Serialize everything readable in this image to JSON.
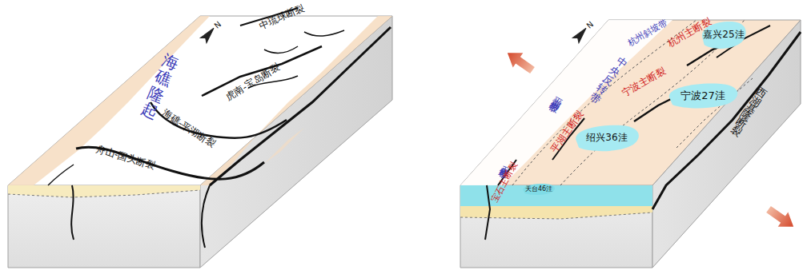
{
  "diagram": {
    "nodes": [
      {
        "text": [
          "嘉兴25洼"
        ]
      },
      {
        "text": [
          "宁波27洼"
        ]
      },
      {
        "text": [
          "绍兴36洼"
        ]
      },
      {
        "text": [
          "天台46洼"
        ]
      }
    ],
    "labels": [
      "海礁隆起",
      "中琉球断裂",
      "虎南-宝岛断裂",
      "海礁-平湖断裂",
      "舟山-国头断裂",
      "N",
      "N",
      "杭州斜坡带",
      "杭州主断裂",
      "中央反转带",
      "宁波主断裂",
      "平湖斜坡带",
      "平湖主断裂",
      "天台斜坡带",
      "宝石主断裂",
      "西湖基隆断裂"
    ]
  }
}
